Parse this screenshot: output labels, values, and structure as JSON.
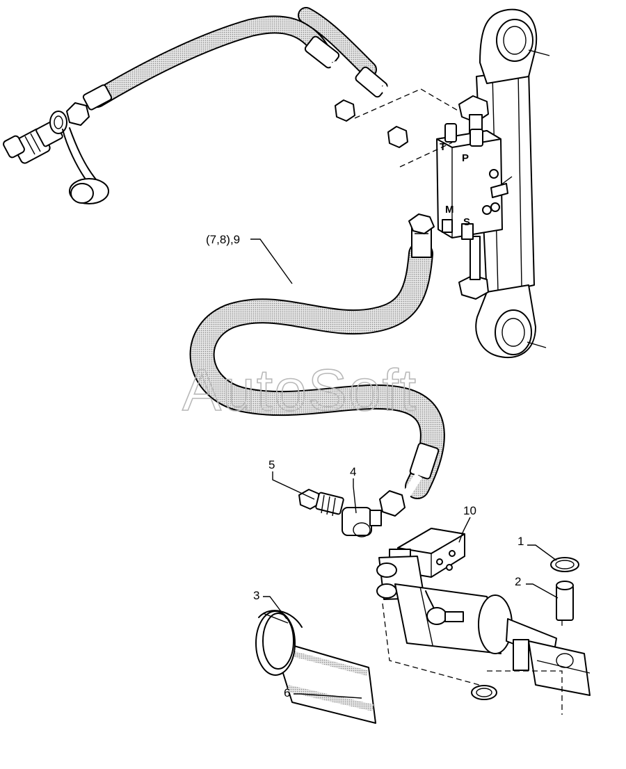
{
  "watermark": "AutoSoft",
  "callouts": {
    "hose_assembly": "(7,8),9",
    "banjo_bolt": "5",
    "elbow_fitting": "4",
    "valve_block": "10",
    "circlip": "1",
    "pin": "2",
    "hose_clamp": "3",
    "hose": "6"
  },
  "valve_ports": {
    "t": "T",
    "p": "P",
    "m": "M",
    "s": "S"
  },
  "colors": {
    "line": "#000000",
    "hose_fill": "#c8c8c8",
    "watermark": "#b8b8b8",
    "background": "#ffffff"
  }
}
